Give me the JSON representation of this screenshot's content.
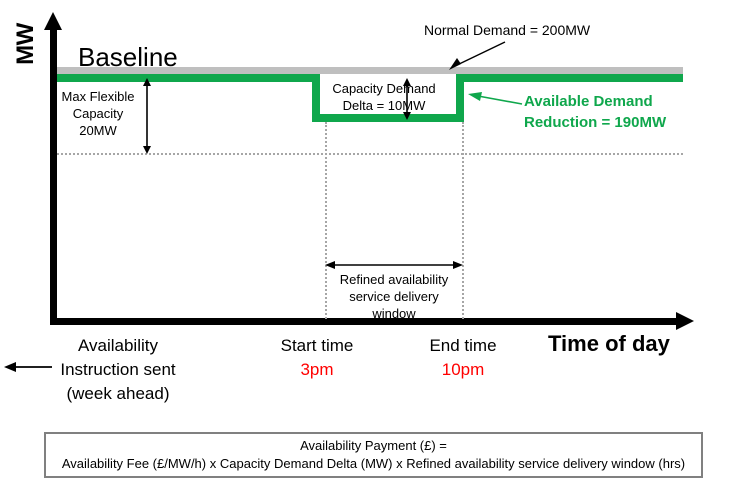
{
  "axes": {
    "y_label": "MW",
    "x_label": "Time of day"
  },
  "chart_data": {
    "type": "line",
    "title": "Baseline",
    "xlabel": "Time of day",
    "ylabel": "MW",
    "series": [
      {
        "name": "Normal Demand",
        "color": "#BFBFBF",
        "value_mw": 200,
        "description": "Flat grey baseline at 200MW across the whole day"
      },
      {
        "name": "Available Demand Reduction",
        "color": "#0FA74C",
        "values_mw": [
          190,
          190,
          180,
          180,
          190,
          190
        ],
        "x_points": [
          "start of day",
          "3pm",
          "3pm",
          "10pm",
          "10pm",
          "end of day"
        ],
        "description": "Green trace dips by the Capacity Demand Delta during the delivery window"
      }
    ],
    "markers": {
      "max_flexible_capacity_mw": 20,
      "capacity_demand_delta_mw": 10,
      "normal_demand_mw": 200,
      "available_demand_reduction_mw": 190,
      "window_start": "3pm",
      "window_end": "10pm"
    },
    "grid": false,
    "legend": "none"
  },
  "annotations": {
    "baseline_title": "Baseline",
    "max_flexible_capacity": "Max Flexible\nCapacity\n20MW",
    "max_flexible_capacity_line1": "Max Flexible",
    "max_flexible_capacity_line2": "Capacity",
    "max_flexible_capacity_line3": "20MW",
    "capacity_demand_delta_line1": "Capacity Demand",
    "capacity_demand_delta_line2": "Delta = 10MW",
    "normal_demand": "Normal Demand = 200MW",
    "available_demand_reduction_line1": "Available Demand",
    "available_demand_reduction_line2": "Reduction = 190MW",
    "window_line1": "Refined availability",
    "window_line2": "service delivery",
    "window_line3": "window"
  },
  "time_labels": {
    "start": {
      "title": "Start time",
      "value": "3pm"
    },
    "end": {
      "title": "End time",
      "value": "10pm"
    }
  },
  "instruction": {
    "line1": "Availability",
    "line2": "Instruction sent",
    "line3": "(week ahead)"
  },
  "payment_box": {
    "line1": "Availability Payment (£) =",
    "line2": "Availability Fee (£/MW/h) x Capacity Demand Delta (MW) x Refined availability service delivery window (hrs)"
  },
  "colors": {
    "green": "#0FA74C",
    "grey": "#BFBFBF",
    "red": "#FF0000",
    "box_border": "#808080",
    "dotted": "#A6A6A6"
  }
}
